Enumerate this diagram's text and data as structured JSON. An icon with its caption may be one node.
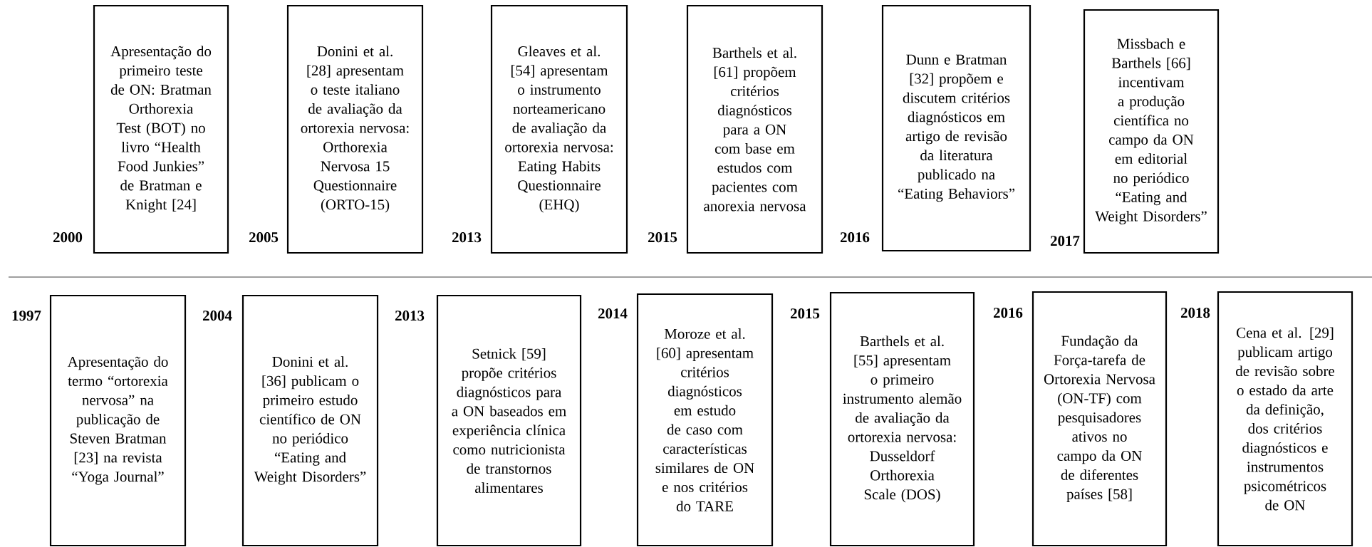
{
  "diagram": {
    "nodes": [
      {
        "text": [
          "Apresentação do primeiro teste de ON: Bratman Orthorexia Test (BOT) no livro “Health Food Junkies” de Bratman e Knight [24]"
        ],
        "beside": [
          "2000"
        ]
      },
      {
        "text": [
          "Donini et al. [28] apresentam o teste italiano de avaliação da ortorexia nervosa: Orthorexia Nervosa 15 Questionnaire (ORTO-15)"
        ],
        "beside": [
          "2005"
        ]
      },
      {
        "text": [
          "Gleaves et al. [54] apresentam o instrumento norteamericano de avaliação da ortorexia nervosa: Eating Habits Questionnaire (EHQ)"
        ],
        "beside": [
          "2013"
        ]
      },
      {
        "text": [
          "Barthels et al. [61] propõem critérios diagnósticos para a ON com base em estudos com pacientes com anorexia nervosa"
        ],
        "beside": [
          "2015"
        ]
      },
      {
        "text": [
          "Dunn e Bratman [32] propõem e discutem critérios diagnósticos em artigo de revisão da literatura publicado na “Eating Behaviors”"
        ],
        "beside": [
          "2016"
        ]
      },
      {
        "text": [
          "Missbach e Barthels [66] incentivam a produção científica no campo da ON em editorial no periódico “Eating and Weight Disorders”"
        ],
        "beside": [
          "2017"
        ]
      },
      {
        "text": [
          "Apresentação do termo “ortorexia nervosa” na publicação de Steven Bratman [23] na revista “Yoga Journal”"
        ],
        "beside": [
          "1997"
        ]
      },
      {
        "text": [
          "Donini et al. [36] publicam o primeiro estudo científico de ON no periódico “Eating and Weight Disorders”"
        ],
        "beside": [
          "2004"
        ]
      },
      {
        "text": [
          "Setnick [59] propõe critérios diagnósticos para a ON baseados em experiência clínica como nutricionista de transtornos alimentares"
        ],
        "beside": [
          "2013"
        ]
      },
      {
        "text": [
          "Moroze et al. [60] apresentam critérios diagnósticos em estudo de caso com características similares de ON e nos critérios do TARE"
        ],
        "beside": [
          "2014"
        ]
      },
      {
        "text": [
          "Barthels et al. [55] apresentam o primeiro instrumento alemão de avaliação da ortorexia nervosa: Dusseldorf Orthorexia Scale (DOS)"
        ],
        "beside": [
          "2015"
        ]
      },
      {
        "text": [
          "Fundação da Força-tarefa de Ortorexia Nervosa (ON-TF) com pesquisadores ativos no campo da ON de diferentes países [58]"
        ],
        "beside": [
          "2016"
        ]
      },
      {
        "text": [
          "Cena et al. [29] publicam artigo de revisão sobre o estado da arte da definição, dos critérios diagnósticos e instrumentos psicométricos de ON"
        ],
        "beside": [
          "2018"
        ]
      }
    ]
  }
}
